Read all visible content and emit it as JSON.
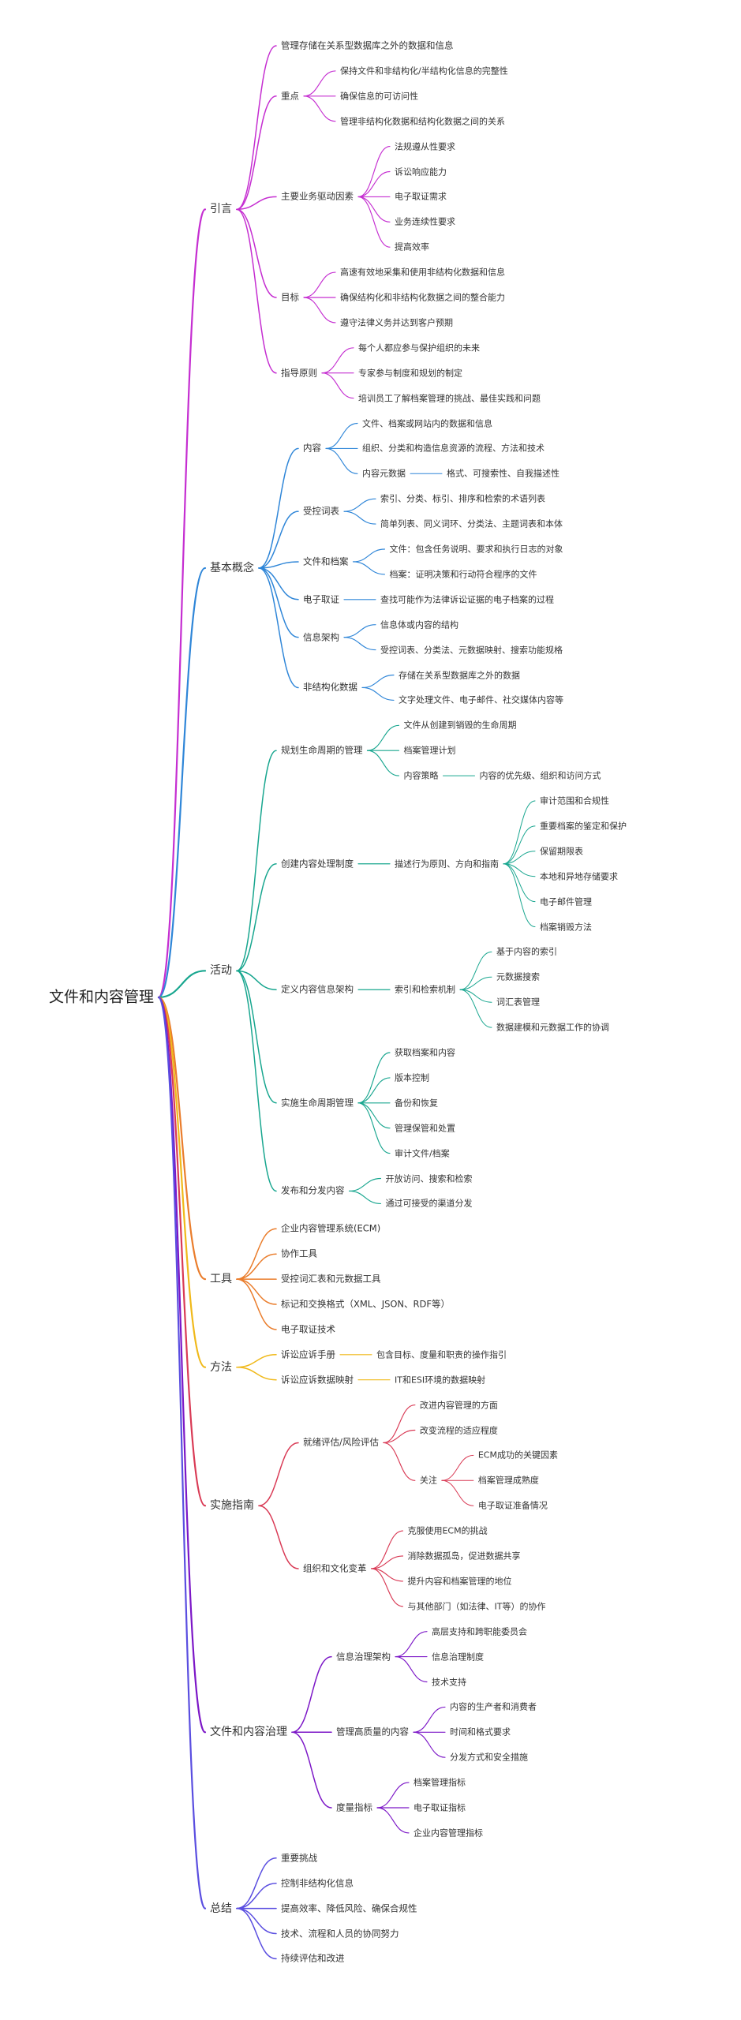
{
  "mindmap": {
    "root": "文件和内容管理",
    "branches": [
      {
        "label": "引言",
        "color": "#c52ed1",
        "children": [
          {
            "label": "管理存储在关系型数据库之外的数据和信息"
          },
          {
            "label": "重点",
            "children": [
              {
                "label": "保持文件和非结构化/半结构化信息的完整性"
              },
              {
                "label": "确保信息的可访问性"
              },
              {
                "label": "管理非结构化数据和结构化数据之间的关系"
              }
            ]
          },
          {
            "label": "主要业务驱动因素",
            "children": [
              {
                "label": "法规遵从性要求"
              },
              {
                "label": "诉讼响应能力"
              },
              {
                "label": "电子取证需求"
              },
              {
                "label": "业务连续性要求"
              },
              {
                "label": "提高效率"
              }
            ]
          },
          {
            "label": "目标",
            "children": [
              {
                "label": "高速有效地采集和使用非结构化数据和信息"
              },
              {
                "label": "确保结构化和非结构化数据之间的整合能力"
              },
              {
                "label": "遵守法律义务并达到客户预期"
              }
            ]
          },
          {
            "label": "指导原则",
            "children": [
              {
                "label": "每个人都应参与保护组织的未来"
              },
              {
                "label": "专家参与制度和规划的制定"
              },
              {
                "label": "培训员工了解档案管理的挑战、最佳实践和问题"
              }
            ]
          }
        ]
      },
      {
        "label": "基本概念",
        "color": "#2f86d8",
        "children": [
          {
            "label": "内容",
            "children": [
              {
                "label": "文件、档案或网站内的数据和信息"
              },
              {
                "label": "组织、分类和构造信息资源的流程、方法和技术"
              },
              {
                "label": "内容元数据",
                "children": [
                  {
                    "label": "格式、可搜索性、自我描述性"
                  }
                ]
              }
            ]
          },
          {
            "label": "受控词表",
            "children": [
              {
                "label": "索引、分类、标引、排序和检索的术语列表"
              },
              {
                "label": "简单列表、同义词环、分类法、主题词表和本体"
              }
            ]
          },
          {
            "label": "文件和档案",
            "children": [
              {
                "label": "文件：包含任务说明、要求和执行日志的对象"
              },
              {
                "label": "档案：证明决策和行动符合程序的文件"
              }
            ]
          },
          {
            "label": "电子取证",
            "children": [
              {
                "label": "查找可能作为法律诉讼证据的电子档案的过程"
              }
            ]
          },
          {
            "label": "信息架构",
            "children": [
              {
                "label": "信息体或内容的结构"
              },
              {
                "label": "受控词表、分类法、元数据映射、搜索功能规格"
              }
            ]
          },
          {
            "label": "非结构化数据",
            "children": [
              {
                "label": "存储在关系型数据库之外的数据"
              },
              {
                "label": "文字处理文件、电子邮件、社交媒体内容等"
              }
            ]
          }
        ]
      },
      {
        "label": "活动",
        "color": "#18a68f",
        "children": [
          {
            "label": "规划生命周期的管理",
            "children": [
              {
                "label": "文件从创建到销毁的生命周期"
              },
              {
                "label": "档案管理计划"
              },
              {
                "label": "内容策略",
                "children": [
                  {
                    "label": "内容的优先级、组织和访问方式"
                  }
                ]
              }
            ]
          },
          {
            "label": "创建内容处理制度",
            "children": [
              {
                "label": "描述行为原则、方向和指南",
                "children": [
                  {
                    "label": "审计范围和合规性"
                  },
                  {
                    "label": "重要档案的鉴定和保护"
                  },
                  {
                    "label": "保留期限表"
                  },
                  {
                    "label": "本地和异地存储要求"
                  },
                  {
                    "label": "电子邮件管理"
                  },
                  {
                    "label": "档案销毁方法"
                  }
                ]
              }
            ]
          },
          {
            "label": "定义内容信息架构",
            "children": [
              {
                "label": "索引和检索机制",
                "children": [
                  {
                    "label": "基于内容的索引"
                  },
                  {
                    "label": "元数据搜索"
                  },
                  {
                    "label": "词汇表管理"
                  },
                  {
                    "label": "数据建模和元数据工作的协调"
                  }
                ]
              }
            ]
          },
          {
            "label": "实施生命周期管理",
            "children": [
              {
                "label": "获取档案和内容"
              },
              {
                "label": "版本控制"
              },
              {
                "label": "备份和恢复"
              },
              {
                "label": "管理保管和处置"
              },
              {
                "label": "审计文件/档案"
              }
            ]
          },
          {
            "label": "发布和分发内容",
            "children": [
              {
                "label": "开放访问、搜索和检索"
              },
              {
                "label": "通过可接受的渠道分发"
              }
            ]
          }
        ]
      },
      {
        "label": "工具",
        "color": "#ea7d2c",
        "children": [
          {
            "label": "企业内容管理系统(ECM)"
          },
          {
            "label": "协作工具"
          },
          {
            "label": "受控词汇表和元数据工具"
          },
          {
            "label": "标记和交换格式（XML、JSON、RDF等）"
          },
          {
            "label": "电子取证技术"
          }
        ]
      },
      {
        "label": "方法",
        "color": "#f0b91a",
        "children": [
          {
            "label": "诉讼应诉手册",
            "children": [
              {
                "label": "包含目标、度量和职责的操作指引"
              }
            ]
          },
          {
            "label": "诉讼应诉数据映射",
            "children": [
              {
                "label": "IT和ESI环境的数据映射"
              }
            ]
          }
        ]
      },
      {
        "label": "实施指南",
        "color": "#d93a55",
        "children": [
          {
            "label": "就绪评估/风险评估",
            "children": [
              {
                "label": "改进内容管理的方面"
              },
              {
                "label": "改变流程的适应程度"
              },
              {
                "label": "关注",
                "children": [
                  {
                    "label": "ECM成功的关键因素"
                  },
                  {
                    "label": "档案管理成熟度"
                  },
                  {
                    "label": "电子取证准备情况"
                  }
                ]
              }
            ]
          },
          {
            "label": "组织和文化变革",
            "children": [
              {
                "label": "克服使用ECM的挑战"
              },
              {
                "label": "消除数据孤岛，促进数据共享"
              },
              {
                "label": "提升内容和档案管理的地位"
              },
              {
                "label": "与其他部门（如法律、IT等）的协作"
              }
            ]
          }
        ]
      },
      {
        "label": "文件和内容治理",
        "color": "#7c17c7",
        "children": [
          {
            "label": "信息治理架构",
            "children": [
              {
                "label": "高层支持和跨职能委员会"
              },
              {
                "label": "信息治理制度"
              },
              {
                "label": "技术支持"
              }
            ]
          },
          {
            "label": "管理高质量的内容",
            "children": [
              {
                "label": "内容的生产者和消费者"
              },
              {
                "label": "时间和格式要求"
              },
              {
                "label": "分发方式和安全措施"
              }
            ]
          },
          {
            "label": "度量指标",
            "children": [
              {
                "label": "档案管理指标"
              },
              {
                "label": "电子取证指标"
              },
              {
                "label": "企业内容管理指标"
              }
            ]
          }
        ]
      },
      {
        "label": "总结",
        "color": "#5a4ee0",
        "children": [
          {
            "label": "重要挑战"
          },
          {
            "label": "控制非结构化信息"
          },
          {
            "label": "提高效率、降低风险、确保合规性"
          },
          {
            "label": "技术、流程和人员的协同努力"
          },
          {
            "label": "持续评估和改进"
          }
        ]
      }
    ]
  }
}
